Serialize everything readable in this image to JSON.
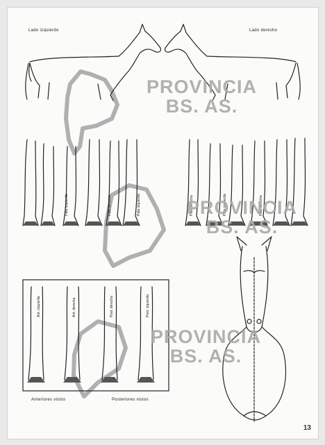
{
  "page": {
    "caption_left_top": "Lado izquierdo",
    "caption_right_top": "Lado derecho",
    "page_number": "13"
  },
  "watermark": {
    "line1": "PROVINCIA",
    "line2": "BS. AS."
  },
  "legs": {
    "row1_labels": [
      "Pata izquierda",
      "Pata derecha",
      "Pata izquierda",
      "Pata derecha",
      "Pata izquierda",
      "Pata derecha"
    ],
    "box_labels": [
      "Ant. izquierda",
      "Ant. derecha",
      "Post. derecha",
      "Post. izquierda"
    ],
    "box_caption_left": "Anteriores vistos",
    "box_caption_right": "Posteriores vistos"
  }
}
